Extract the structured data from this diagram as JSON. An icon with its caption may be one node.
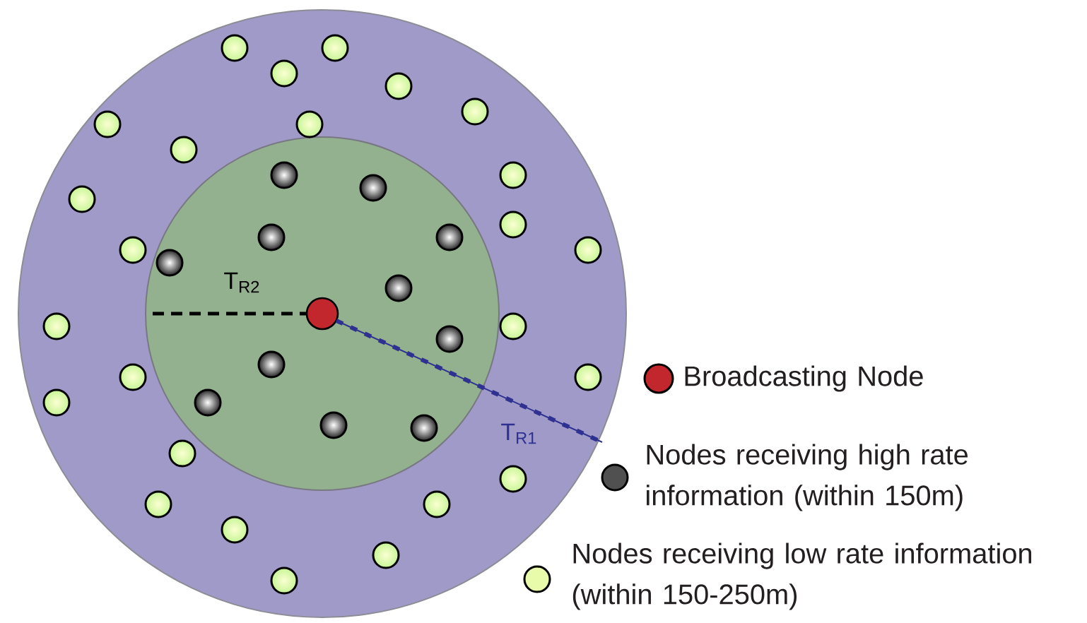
{
  "diagram": {
    "nodes": [
      {
        "text": [],
        "shape": "circle"
      },
      {
        "text": [],
        "shape": "circle",
        "in": 0
      },
      {
        "text": [],
        "shape": "circle",
        "in": 0
      },
      {
        "text": [],
        "shape": "circle",
        "in": 0
      },
      {
        "text": [],
        "shape": "circle",
        "in": 0
      },
      {
        "text": [],
        "shape": "circle",
        "in": 0
      },
      {
        "text": [],
        "shape": "circle",
        "in": 0
      },
      {
        "text": [],
        "shape": "circle",
        "in": 0
      },
      {
        "text": [],
        "shape": "circle",
        "in": 0
      },
      {
        "text": [],
        "shape": "circle",
        "in": 0
      },
      {
        "text": [],
        "shape": "circle",
        "in": 0
      },
      {
        "text": [],
        "shape": "circle",
        "in": 0
      },
      {
        "text": [],
        "shape": "circle",
        "in": 0
      },
      {
        "text": [],
        "shape": "circle",
        "in": 0
      },
      {
        "text": [],
        "shape": "circle",
        "in": 0
      },
      {
        "text": [],
        "shape": "circle",
        "in": 0
      },
      {
        "text": [],
        "shape": "circle",
        "in": 0
      },
      {
        "text": [],
        "shape": "circle",
        "in": 0
      },
      {
        "text": [],
        "shape": "circle",
        "in": 0
      },
      {
        "text": [],
        "shape": "circle",
        "in": 0
      },
      {
        "text": [],
        "shape": "circle",
        "in": 0
      },
      {
        "text": [],
        "shape": "circle",
        "in": 0
      },
      {
        "text": [],
        "shape": "circle",
        "in": 0
      },
      {
        "text": [],
        "shape": "circle",
        "in": 0
      },
      {
        "text": [],
        "shape": "circle",
        "in": 0
      },
      {
        "text": [],
        "shape": "circle",
        "in": 0
      },
      {
        "text": [],
        "shape": "circle",
        "in": 0
      },
      {
        "text": [],
        "shape": "circle",
        "in": 1
      },
      {
        "text": [],
        "shape": "circle",
        "in": 1
      },
      {
        "text": [],
        "shape": "circle",
        "in": 1
      },
      {
        "text": [],
        "shape": "circle",
        "in": 1
      },
      {
        "text": [],
        "shape": "circle",
        "in": 1
      },
      {
        "text": [],
        "shape": "circle",
        "in": 1
      },
      {
        "text": [],
        "shape": "circle",
        "in": 1
      },
      {
        "text": [],
        "shape": "circle",
        "in": 1
      },
      {
        "text": [],
        "shape": "circle",
        "in": 1
      },
      {
        "text": [],
        "shape": "circle",
        "in": 1
      },
      {
        "text": [],
        "shape": "circle",
        "in": 1
      },
      {
        "text": [],
        "shape": "circle",
        "in": 1
      }
    ],
    "labels": [
      "T$_{R2}$",
      "T$_{R1}$"
    ],
    "legend": [
      {
        "text": "Broadcasting Node",
        "color": "#c1272d"
      },
      {
        "text": "Nodes receiving high rate information (within 150m)",
        "color": "#505050"
      },
      {
        "text": "Nodes receiving low rate information (within 150-250m)",
        "color": "#e8fbaa"
      }
    ]
  }
}
